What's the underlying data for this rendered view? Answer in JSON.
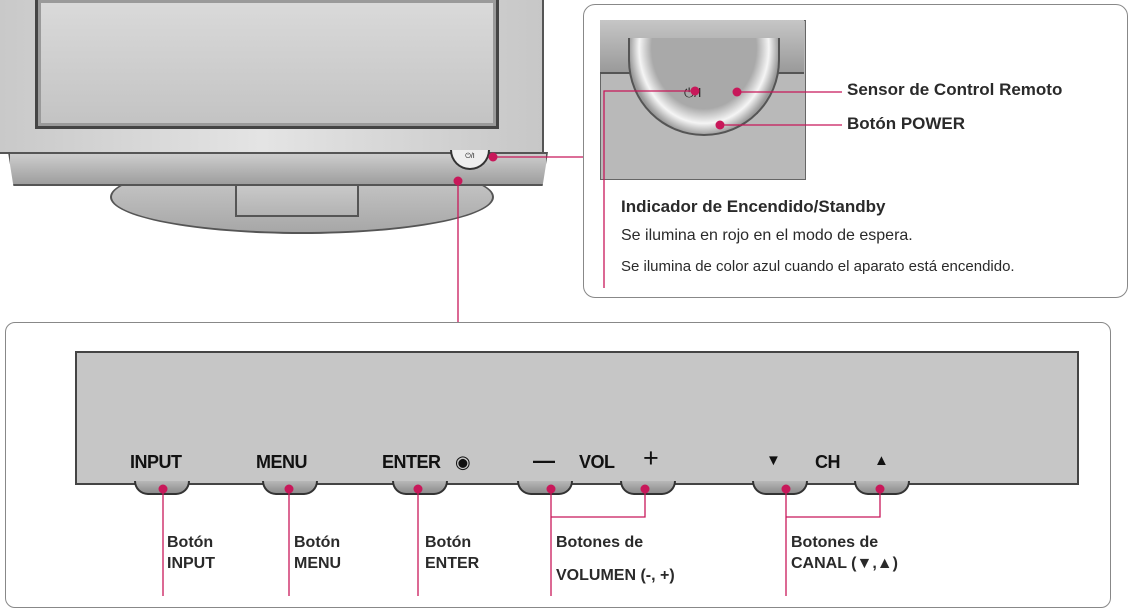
{
  "tv": {
    "power_badge": "⏻/I"
  },
  "detail": {
    "power_symbol": "⏻/I",
    "label_remote_sensor": "Sensor de Control Remoto",
    "label_power_button": "Botón POWER",
    "label_indicator_title": "Indicador de Encendido/Standby",
    "label_indicator_line1": "Se ilumina en rojo en el modo de espera.",
    "label_indicator_line2": "Se ilumina de color azul cuando el aparato está encendido."
  },
  "panel": {
    "input": "INPUT",
    "menu": "MENU",
    "enter": "ENTER",
    "enter_symbol": "◉",
    "vol_minus": "—",
    "vol": "VOL",
    "vol_plus": "+",
    "ch_down": "▼",
    "ch": "CH",
    "ch_up": "▲"
  },
  "callouts": {
    "input_line1": "Botón",
    "input_line2": "INPUT",
    "menu_line1": "Botón",
    "menu_line2": "MENU",
    "enter_line1": "Botón",
    "enter_line2": "ENTER",
    "volume_line1": "Botones de",
    "volume_line2": "VOLUMEN  (-, +)",
    "channel_line1": "Botones de",
    "channel_line2": "CANAL (▼,▲)"
  },
  "colors": {
    "accent": "#c8185a",
    "line": "#c8185a"
  }
}
